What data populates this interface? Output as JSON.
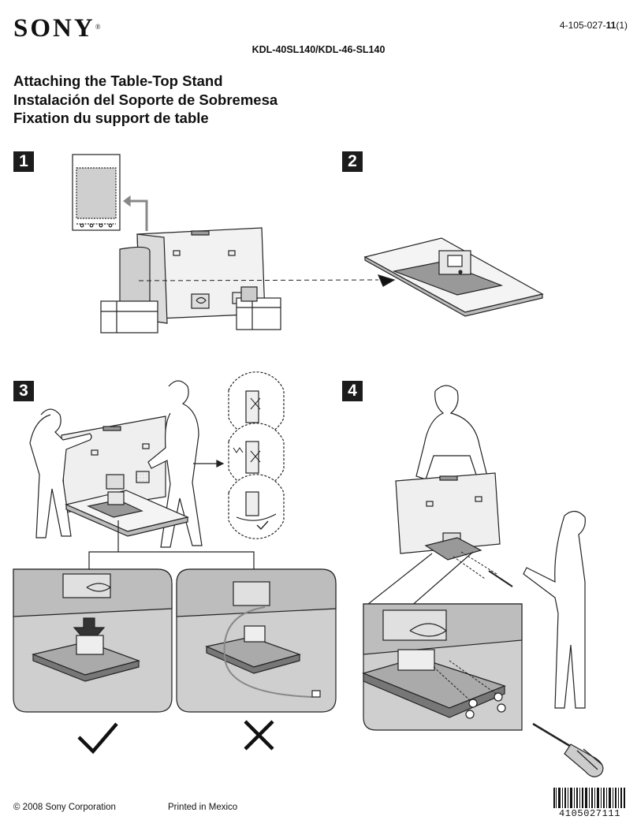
{
  "header": {
    "brand": "SONY",
    "registered_mark": "®",
    "doc_number_prefix": "4-105-027-",
    "doc_number_bold": "11",
    "doc_number_suffix": "(1)",
    "model": "KDL-40SL140/KDL-46-SL140"
  },
  "titles": {
    "english": "Attaching the Table-Top Stand",
    "spanish": "Instalación del Soporte de Sobremesa",
    "french": "Fixation du support de table"
  },
  "steps": [
    "1",
    "2",
    "3",
    "4"
  ],
  "illustrations": {
    "correct_mark": "check-icon",
    "incorrect_mark": "cross-icon"
  },
  "footer": {
    "copyright": "© 2008 Sony Corporation",
    "printed": "Printed in Mexico",
    "barcode_digits": "4105027111"
  }
}
